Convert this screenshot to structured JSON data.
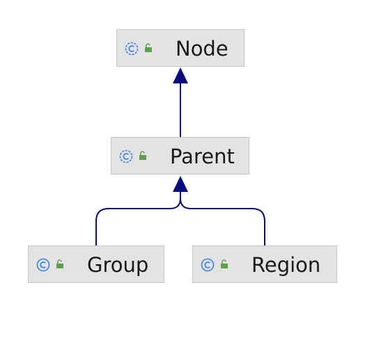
{
  "diagram": {
    "classes": {
      "node": {
        "name": "Node",
        "kind_icon": "class-icon",
        "access_icon": "public-lock-icon"
      },
      "parent": {
        "name": "Parent",
        "kind_icon": "class-icon",
        "access_icon": "public-lock-icon"
      },
      "group": {
        "name": "Group",
        "kind_icon": "class-icon",
        "access_icon": "public-lock-icon"
      },
      "region": {
        "name": "Region",
        "kind_icon": "class-icon",
        "access_icon": "public-lock-icon"
      }
    },
    "relations": [
      {
        "from": "Parent",
        "to": "Node",
        "type": "inheritance"
      },
      {
        "from": "Group",
        "to": "Parent",
        "type": "inheritance"
      },
      {
        "from": "Region",
        "to": "Parent",
        "type": "inheritance"
      }
    ],
    "colors": {
      "node_fill": "#e3e3e3",
      "node_border": "#c6c6c6",
      "edge": "#0b0b80",
      "class_icon": "#3d7ff5",
      "access_icon": "#5da049"
    }
  }
}
